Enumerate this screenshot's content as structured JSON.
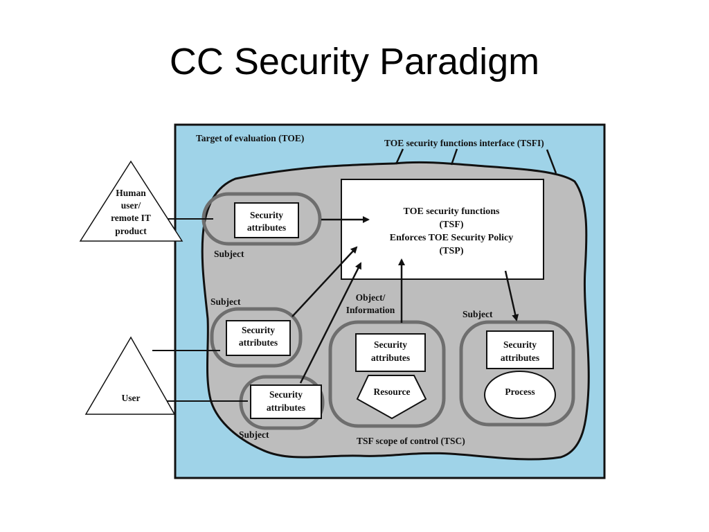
{
  "slide": {
    "title": "CC Security Paradigm"
  },
  "diagram": {
    "toe_label": "Target of evaluation (TOE)",
    "tsfi_label": "TOE security functions interface (TSFI)",
    "tsc_label": "TSF scope of control (TSC)",
    "actors": {
      "human_lines": [
        "Human",
        "user/",
        "remote IT",
        "product"
      ],
      "user": "User"
    },
    "tsf_box": {
      "lines": [
        "TOE security functions",
        "(TSF)",
        "Enforces TOE Security Policy",
        "(TSP)"
      ]
    },
    "subject_label": "Subject",
    "security_attributes_lines": [
      "Security",
      "attributes"
    ],
    "object_label_lines": [
      "Object/",
      "Information"
    ],
    "resource_label": "Resource",
    "process_label": "Process"
  }
}
